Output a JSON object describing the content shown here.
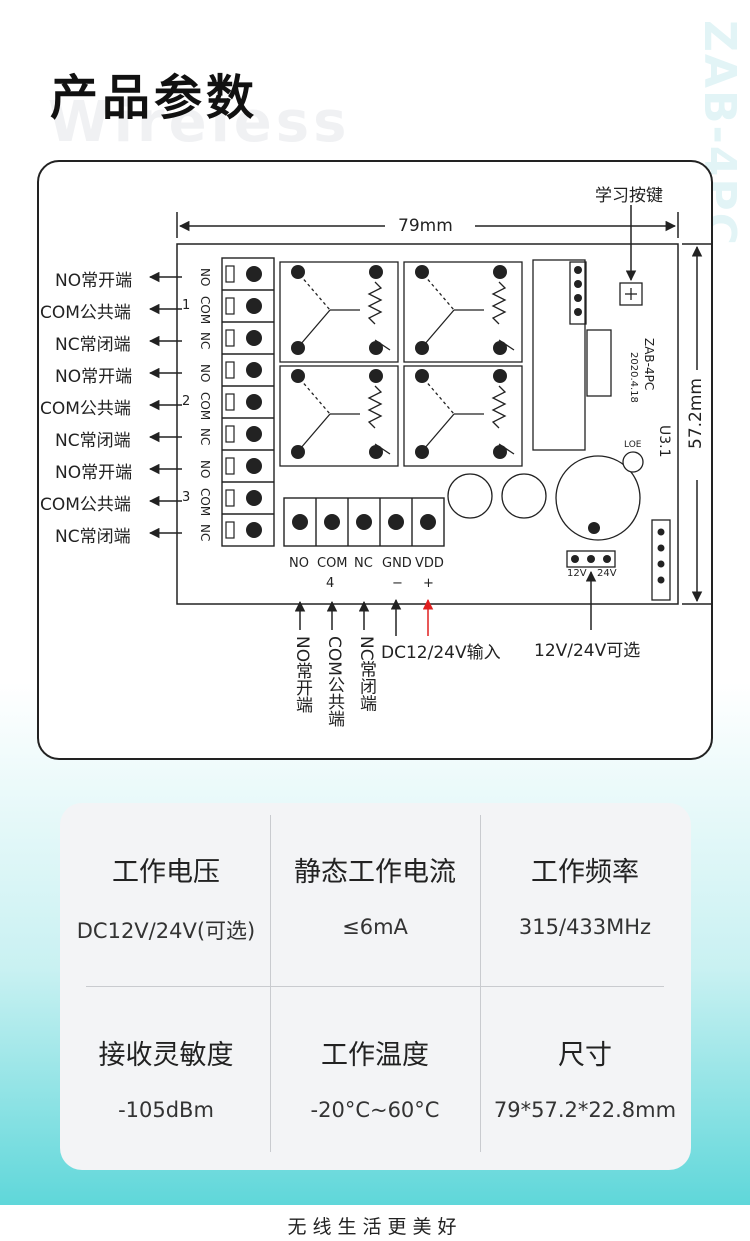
{
  "page_title": "产品参数",
  "watermark": "Wireless",
  "watermark_side": "ZAB-4PC",
  "diagram": {
    "width_label": "79mm",
    "height_label": "57.2mm",
    "learn_button_label": "学习按键",
    "left_labels": [
      "NO常开端",
      "COM公共端",
      "NC常闭端",
      "NO常开端",
      "COM公共端",
      "NC常闭端",
      "NO常开端",
      "COM公共端",
      "NC常闭端"
    ],
    "channel_numbers": [
      "1",
      "2",
      "3",
      "4"
    ],
    "terminal_codes_left": [
      "NO",
      "COM",
      "NC",
      "NO",
      "COM",
      "NC",
      "NO",
      "COM",
      "NC"
    ],
    "bottom_terminals": [
      "NO",
      "COM",
      "NC",
      "GND",
      "VDD"
    ],
    "bottom_signs": [
      "−",
      "+"
    ],
    "vertical_labels": [
      "NO常开端",
      "COM公共端",
      "NC常闭端"
    ],
    "power_input_label": "DC12/24V输入",
    "voltage_select_label": "12V/24V可选",
    "board_model": "ZAB-4PC",
    "board_version": "U3.1",
    "board_date": "2020.4.18",
    "silk_12v": "12V",
    "silk_24v": "24V",
    "silk_loe": "LOE",
    "colors": {
      "outline": "#222222",
      "red_arrow": "#e02020"
    }
  },
  "specs": [
    {
      "name": "工作电压",
      "value": "DC12V/24V(可选)"
    },
    {
      "name": "静态工作电流",
      "value": "≤6mA"
    },
    {
      "name": "工作频率",
      "value": "315/433MHz"
    },
    {
      "name": "接收灵敏度",
      "value": "-105dBm"
    },
    {
      "name": "工作温度",
      "value": "-20°C~60°C"
    },
    {
      "name": "尺寸",
      "value": "79*57.2*22.8mm"
    }
  ],
  "footer": "无线生活更美好"
}
